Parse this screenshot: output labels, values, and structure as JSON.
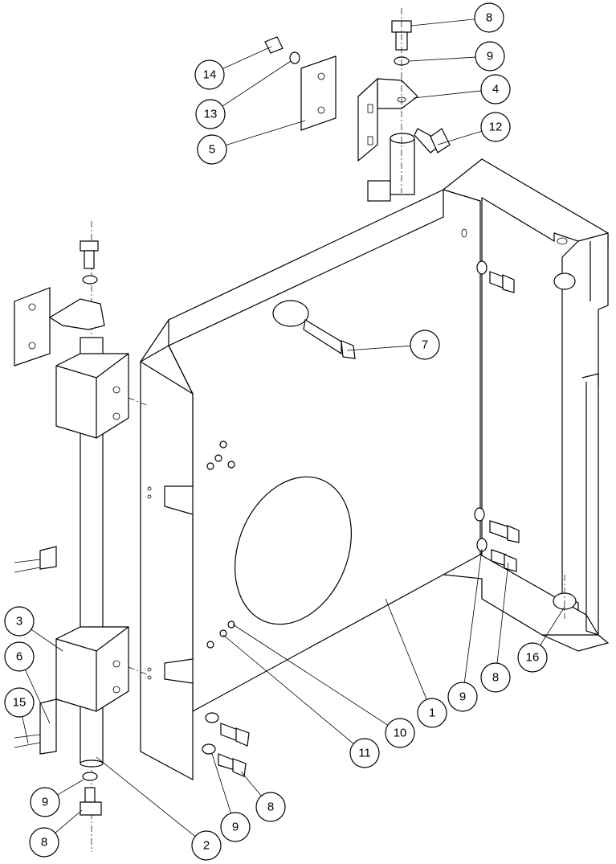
{
  "diagram": {
    "type": "exploded-assembly-view",
    "callouts": [
      "8",
      "9",
      "14",
      "4",
      "13",
      "12",
      "5",
      "7",
      "3",
      "6",
      "15",
      "16",
      "1",
      "9",
      "8",
      "10",
      "11",
      "9",
      "8",
      "9",
      "8",
      "2"
    ]
  }
}
